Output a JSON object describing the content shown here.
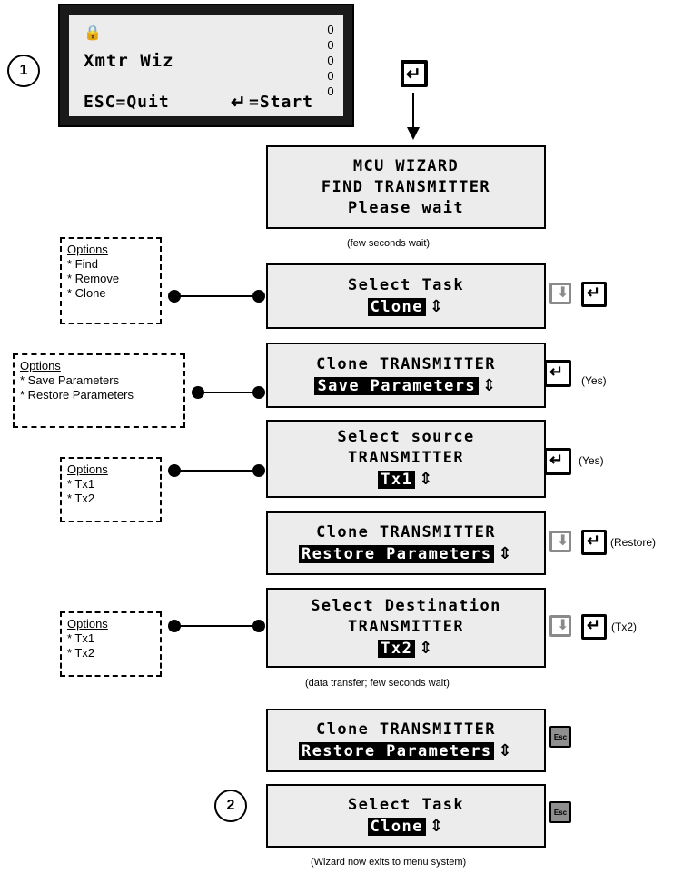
{
  "start": {
    "step": "1",
    "title": "Xmtr Wiz",
    "esc": "ESC=Quit",
    "start": "=Start"
  },
  "screens": [
    {
      "lines": [
        "MCU WIZARD",
        "FIND TRANSMITTER",
        "Please wait"
      ]
    },
    {
      "line1": "Select Task",
      "value": "Clone"
    },
    {
      "line1": "Clone TRANSMITTER",
      "value": "Save Parameters"
    },
    {
      "line1": "Select source",
      "line2": "TRANSMITTER",
      "value": "Tx1"
    },
    {
      "line1": "Clone TRANSMITTER",
      "value": "Restore Parameters"
    },
    {
      "line1": "Select Destination",
      "line2": "TRANSMITTER",
      "value": "Tx2"
    },
    {
      "line1": "Clone TRANSMITTER",
      "value": "Restore Parameters"
    },
    {
      "line1": "Select Task",
      "value": "Clone"
    }
  ],
  "notes": {
    "wait1": "(few seconds wait)",
    "wait2": "(data transfer; few seconds wait)",
    "exit": "(Wizard now exits to menu system)"
  },
  "options": {
    "task": {
      "heading": "Options",
      "items": [
        "* Find",
        "* Remove",
        "* Clone"
      ]
    },
    "clone": {
      "heading": "Options",
      "items": [
        "* Save Parameters",
        "* Restore Parameters"
      ]
    },
    "source": {
      "heading": "Options",
      "items": [
        "* Tx1",
        "* Tx2"
      ]
    },
    "dest": {
      "heading": "Options",
      "items": [
        "* Tx1",
        "* Tx2"
      ]
    }
  },
  "key_labels": {
    "yes1": "(Yes)",
    "yes2": "(Yes)",
    "restore": "(Restore)",
    "tx2": "(Tx2)",
    "esc": "Esc"
  },
  "step2": "2",
  "colors": {
    "screen_bg": "#ececec",
    "device_bezel": "#1a1a1a",
    "esc_key": "#8f8f8f",
    "down_key_border": "#8a8a8a"
  }
}
